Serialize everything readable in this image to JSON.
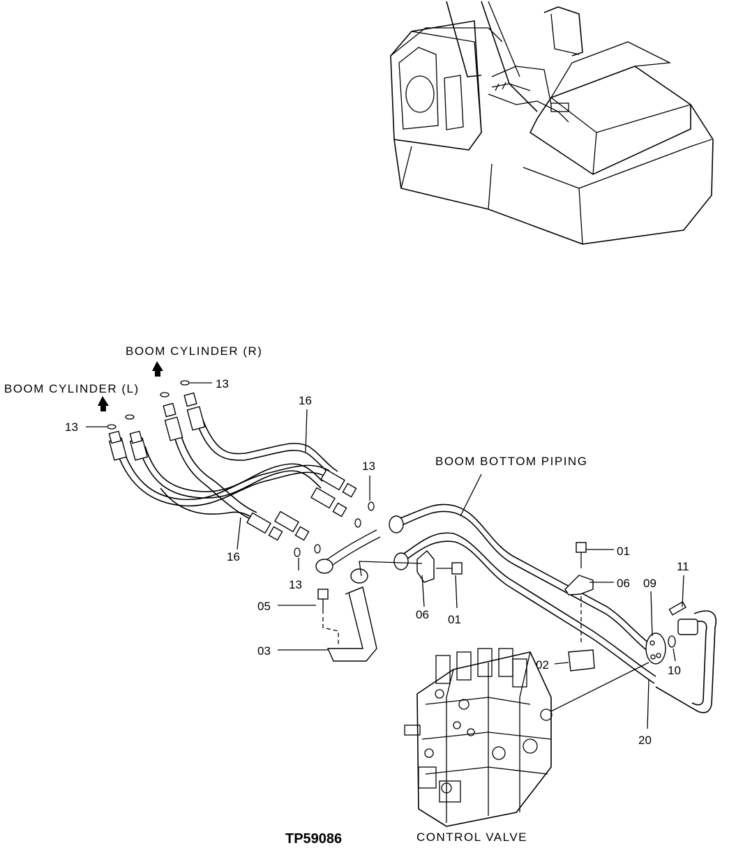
{
  "diagram": {
    "code": "TP59086",
    "labels": {
      "boom_cylinder_r": "BOOM CYLINDER (R)",
      "boom_cylinder_l": "BOOM CYLINDER (L)",
      "boom_bottom_piping": "BOOM BOTTOM PIPING",
      "control_valve": "CONTROL VALVE"
    },
    "callouts": {
      "c13_top": "13",
      "c13_left": "13",
      "c13_mid": "13",
      "c13_low": "13",
      "c16_top": "16",
      "c16_low": "16",
      "c01_top": "01",
      "c01_low": "01",
      "c06_right": "06",
      "c06_low": "06",
      "c05": "05",
      "c03": "03",
      "c02": "02",
      "c09": "09",
      "c11": "11",
      "c10": "10",
      "c20": "20"
    }
  }
}
